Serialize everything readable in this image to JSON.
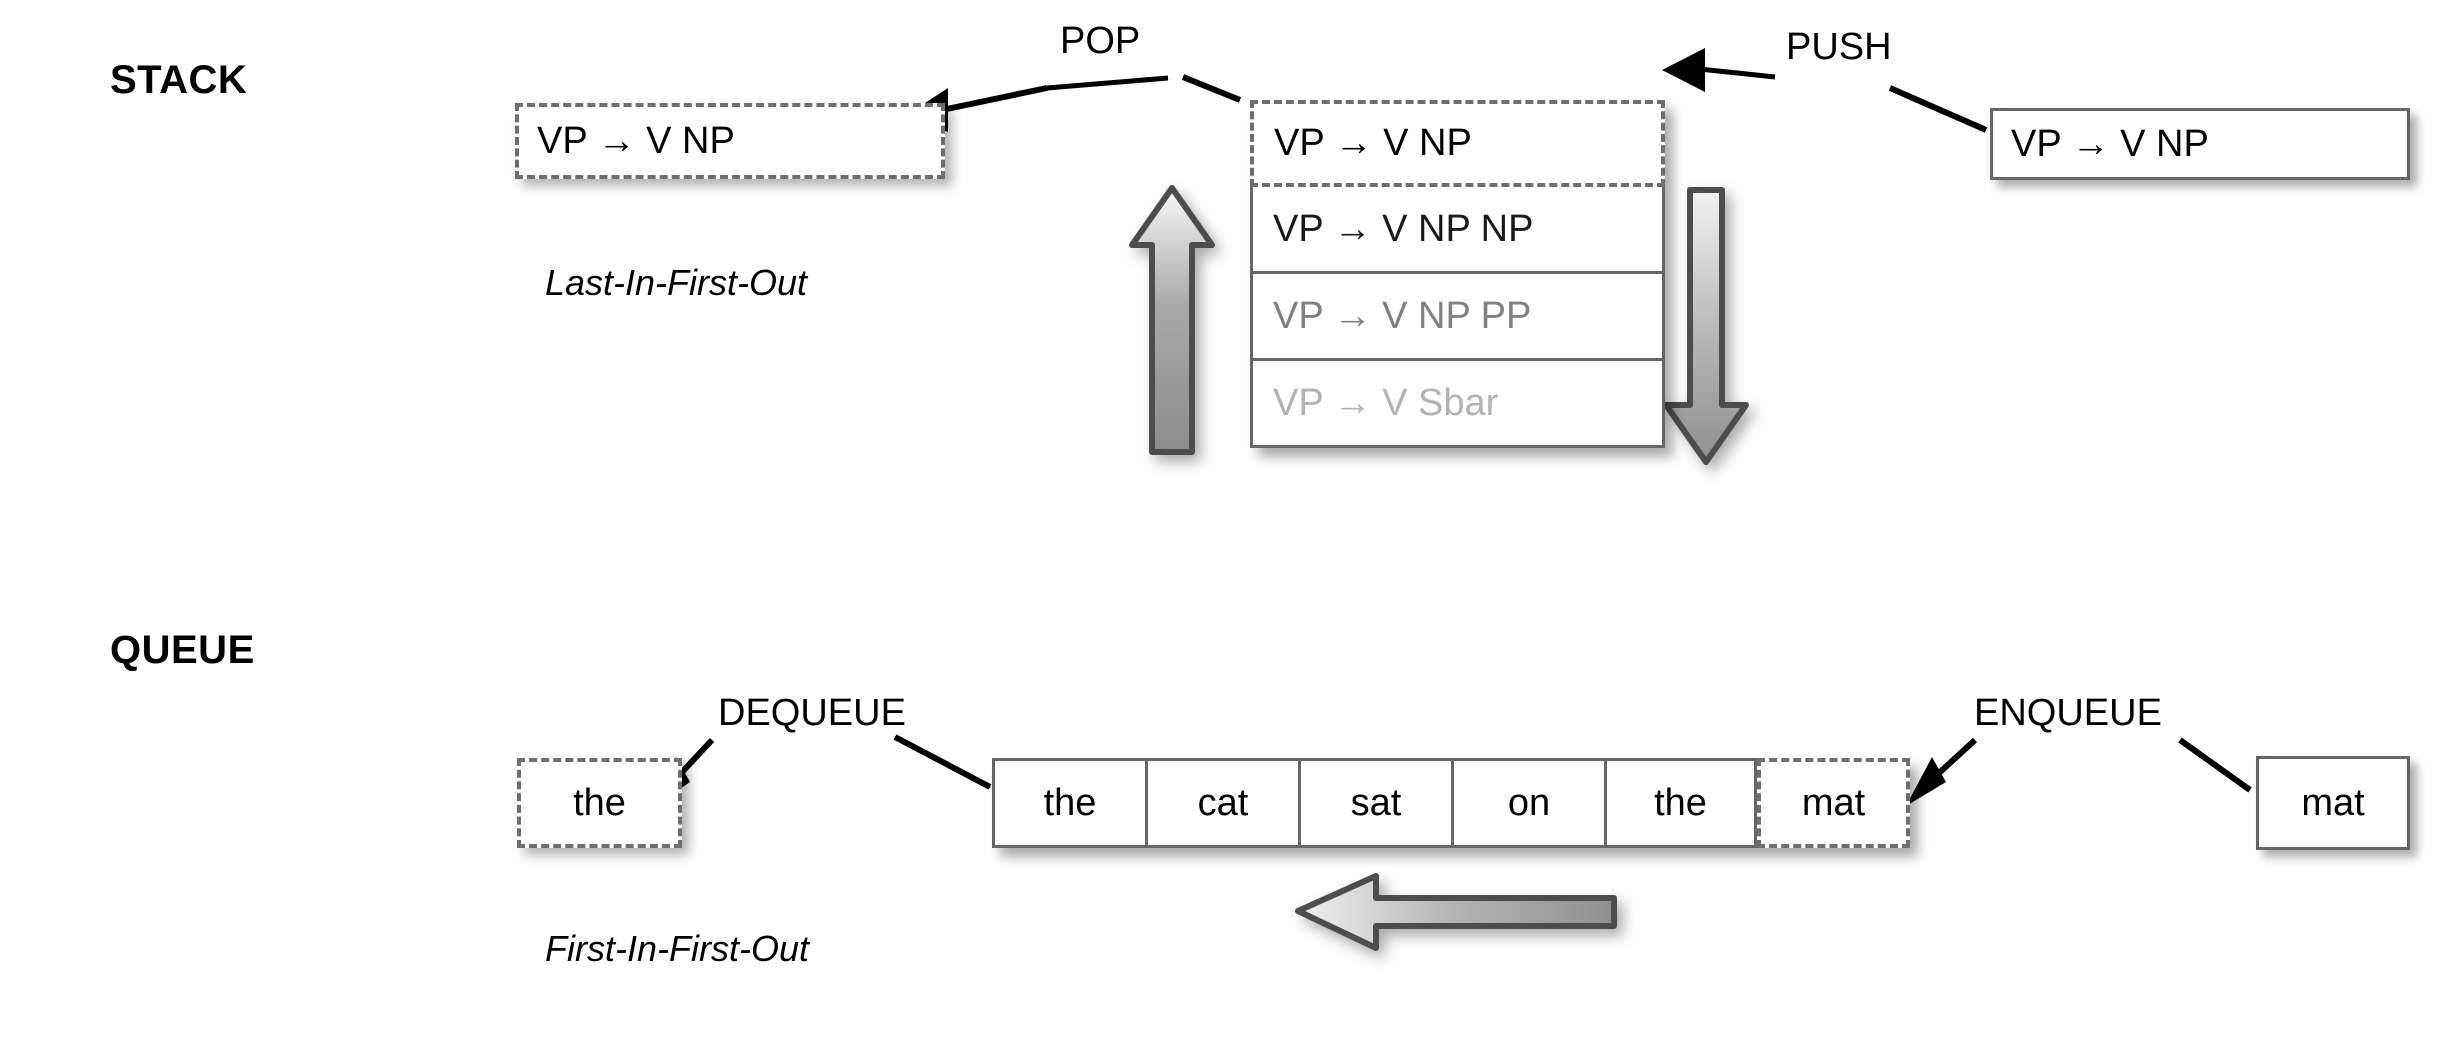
{
  "sections": [
    {
      "title": "STACK",
      "caption": "Last-In-First-Out",
      "pop_label": "POP",
      "push_label": "PUSH",
      "popped_item": "VP → V NP",
      "pushed_item": "VP → V NP",
      "stack_items": [
        {
          "text": "VP → V NP",
          "color": "#000000",
          "state": "top-dashed"
        },
        {
          "text": "VP → V NP NP",
          "color": "#1a1a1a",
          "state": "solid"
        },
        {
          "text": "VP → V NP PP",
          "color": "#808080",
          "state": "solid"
        },
        {
          "text": "VP → V Sbar",
          "color": "#b3b3b3",
          "state": "solid"
        }
      ],
      "up_arrow_name": "pop-direction-arrow",
      "down_arrow_name": "push-direction-arrow"
    },
    {
      "title": "QUEUE",
      "caption": "First-In-First-Out",
      "dequeue_label": "DEQUEUE",
      "enqueue_label": "ENQUEUE",
      "dequeued_item": "the",
      "enqueued_item": "mat",
      "queue_items": [
        {
          "text": "the",
          "state": "solid"
        },
        {
          "text": "cat",
          "state": "solid"
        },
        {
          "text": "sat",
          "state": "solid"
        },
        {
          "text": "on",
          "state": "solid"
        },
        {
          "text": "the",
          "state": "solid"
        },
        {
          "text": "mat",
          "state": "dashed"
        }
      ],
      "flow_arrow_name": "queue-flow-arrow"
    }
  ],
  "colors": {
    "background": "#ffffff",
    "text": "#000000",
    "border_solid": "#666666",
    "border_dashed": "#6e6e6e",
    "arrow_fill_light": "#f2f2f2",
    "arrow_fill_dark": "#8c8c8c",
    "arrow_stroke": "#4d4d4d",
    "stack_faded_mid": "#808080",
    "stack_faded_low": "#b3b3b3"
  },
  "chart_data": {
    "type": "diagram",
    "title": "Stack and Queue data structures",
    "items": [
      {
        "structure": "STACK",
        "policy": "Last-In-First-Out",
        "operations": [
          "POP",
          "PUSH"
        ],
        "contents": [
          "VP → V NP",
          "VP → V NP NP",
          "VP → V NP PP",
          "VP → V Sbar"
        ]
      },
      {
        "structure": "QUEUE",
        "policy": "First-In-First-Out",
        "operations": [
          "DEQUEUE",
          "ENQUEUE"
        ],
        "contents": [
          "the",
          "cat",
          "sat",
          "on",
          "the",
          "mat"
        ]
      }
    ]
  }
}
